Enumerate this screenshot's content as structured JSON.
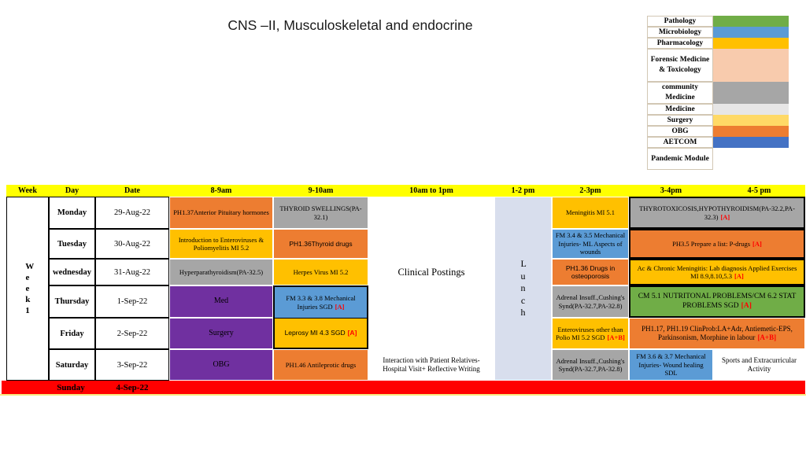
{
  "title": "CNS –II, Musculoskeletal and endocrine",
  "legend": {
    "items": [
      {
        "label": "Pathology",
        "color": "#70AD47"
      },
      {
        "label": "Microbiology",
        "color": "#5B9BD5"
      },
      {
        "label": "Pharmacology",
        "color": "#FFC000"
      },
      {
        "label": "Forensic Medicine & Toxicology",
        "color": "#F8CBAD"
      },
      {
        "label": "community Medicine",
        "color": "#A6A6A6"
      },
      {
        "label": "Medicine",
        "color": "#E7E6E6"
      },
      {
        "label": "Surgery",
        "color": "#FFD966"
      },
      {
        "label": "OBG",
        "color": "#ED7D31"
      },
      {
        "label": "AETCOM",
        "color": "#4472C4"
      },
      {
        "label": "Pandemic Module",
        "color": "#FFFFFF"
      }
    ]
  },
  "table": {
    "headers": {
      "week": "Week",
      "day": "Day",
      "date": "Date",
      "h8": "8-9am",
      "h9": "9-10am",
      "h10": "10am to 1pm",
      "h1": "1-2 pm",
      "h2": "2-3pm",
      "h3": "3-4pm",
      "h4": "4-5 pm"
    },
    "week_label": "Week 1",
    "lunch_label": "Lunch",
    "clinical_postings": "Clinical Postings",
    "rows": [
      {
        "day": "Monday",
        "date": "29-Aug-22",
        "s8": {
          "text": "PH1.37Anterior Pituitary hormones"
        },
        "s9": {
          "text": "THYROID SWELLINGS(PA-32.1)"
        },
        "s2": {
          "text": "Meningitis MI 5.1"
        },
        "s35": {
          "text": "THYROTOXICOSIS,HYPOTHYROIDISM(PA-32.2,PA-32.3)",
          "marker": "[A]"
        }
      },
      {
        "day": "Tuesday",
        "date": "30-Aug-22",
        "s8": {
          "text": "Introduction to Enteroviruses & Poliomyelitis MI 5.2"
        },
        "s9": {
          "text": "PH1.36Thyroid drugs"
        },
        "s2": {
          "text": "FM 3.4 & 3.5 Mechanical Injuries- ML Aspects of wounds"
        },
        "s35": {
          "text": "PH3.5 Prepare a list: P-drugs",
          "marker": "[A]"
        }
      },
      {
        "day": "wednesday",
        "date": "31-Aug-22",
        "s8": {
          "text": "Hyperparathyroidism(PA-32.5)"
        },
        "s9": {
          "text": "Herpes Virus  MI 5.2"
        },
        "s2": {
          "text": "PH1.36 Drugs in osteoporosis"
        },
        "s35": {
          "text": "Ac & Chronic Meningitis: Lab diagnosis Applied Exercises MI 8.9,8.10,5.3",
          "marker": "[A]"
        }
      },
      {
        "day": "Thursday",
        "date": "1-Sep-22",
        "s8": {
          "text": "Med"
        },
        "s9": {
          "text": "FM  3.3 & 3.8 Mechanical Injuries SGD",
          "marker": "[A]"
        },
        "s2": {
          "text": "Adrenal Insuff.,Cushing's Synd(PA-32.7,PA-32.8)"
        },
        "s35": {
          "text": "CM 5.1 NUTRITONAL PROBLEMS/CM  6.2 STAT PROBLEMS SGD",
          "marker": "[A]"
        }
      },
      {
        "day": "Friday",
        "date": "2-Sep-22",
        "s8": {
          "text": "Surgery"
        },
        "s9": {
          "text": "Leprosy MI 4.3 SGD",
          "marker": "[A]"
        },
        "s2": {
          "text": "Enteroviruses other than Polio MI 5.2 SGD",
          "marker": "[A+B]"
        },
        "s35": {
          "text": "PH1.17, PH1.19 ClinProb:LA+Adr, Antiemetic-EPS, Parkinsonism, Morphine in labour",
          "marker": "[A+B]"
        }
      },
      {
        "day": "Saturday",
        "date": "3-Sep-22",
        "s8": {
          "text": "OBG"
        },
        "s9": {
          "text": "PH1.46 Antileprotic drugs"
        },
        "s10": {
          "text": "Interaction with Patient Relatives- Hospital Visit+ Reflective Writing"
        },
        "s2": {
          "text": "Adrenal Insuff.,Cushing's Synd(PA-32.7,PA-32.8)"
        },
        "s3": {
          "text": "FM  3.6 & 3.7 Mechanical Injuries- Wound healing SDL"
        },
        "s4": {
          "text": "Sports and Extracurricular Activity"
        }
      }
    ],
    "sunday": {
      "day": "Sunday",
      "date": "4-Sep-22"
    }
  },
  "palette": {
    "header_yellow": "#FFFF00",
    "sunday_red": "#FF0000",
    "lunch_blue": "#D8DEED",
    "orange": "#ED7D31",
    "gold": "#FFC000",
    "gray": "#A6A6A6",
    "purple": "#7030A0",
    "blue": "#5B9BD5",
    "green": "#70AD47",
    "marker_red": "#FF0000"
  }
}
